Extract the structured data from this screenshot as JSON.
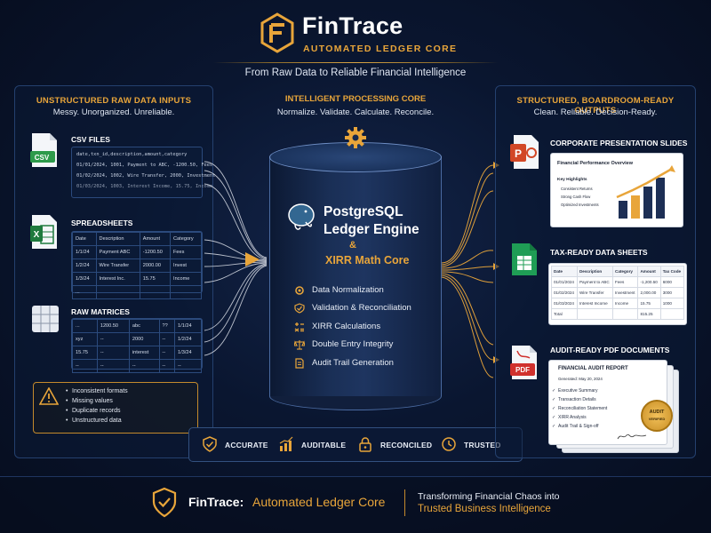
{
  "header": {
    "brand": "FinTrace",
    "subbrand": "AUTOMATED LEDGER CORE",
    "tagline": "From Raw Data to Reliable Financial Intelligence"
  },
  "left": {
    "title": "UNSTRUCTURED RAW DATA INPUTS",
    "subtitle": "Messy. Unorganized. Unreliable.",
    "csv": {
      "icon_label": "CSV",
      "label": "CSV FILES",
      "lines": [
        "date,txn_id,description,amount,category",
        "01/01/2024, 1001, Payment to ABC, -1200.50, Fees",
        "01/02/2024, 1002, Wire Transfer, 2000, Investment",
        "01/03/2024, 1003, Interest Income, 15.75, Income"
      ]
    },
    "spreadsheets": {
      "label": "SPREADSHEETS",
      "rows": [
        [
          "Date",
          "Description",
          "Amount",
          "Category"
        ],
        [
          "1/1/24",
          "Payment ABC",
          "-1200.50",
          "Fees"
        ],
        [
          "1/2/24",
          "Wire Transfer",
          "2000.00",
          "Invest"
        ],
        [
          "1/3/24",
          "Interest Inc.",
          "15.75",
          "Income"
        ],
        [
          "...",
          "",
          "",
          ""
        ]
      ]
    },
    "matrices": {
      "label": "RAW MATRICES",
      "rows": [
        [
          "...",
          "1200.50",
          "abc",
          "??",
          "1/1/24"
        ],
        [
          "xyz",
          "--",
          "2000",
          "--",
          "1/2/24"
        ],
        [
          "15.75",
          "--",
          "interest",
          "--",
          "1/3/24"
        ],
        [
          "--",
          "--",
          "--",
          "--",
          "--"
        ]
      ]
    },
    "warnings": [
      "Inconsistent formats",
      "Missing values",
      "Duplicate records",
      "Unstructured data"
    ]
  },
  "center": {
    "title": "INTELLIGENT PROCESSING CORE",
    "subtitle": "Normalize. Validate. Calculate. Reconcile.",
    "engine_line1": "PostgreSQL",
    "engine_line2": "Ledger Engine",
    "amp": "&",
    "xirr_core": "XIRR Math Core",
    "features": [
      {
        "label": "Data Normalization",
        "icon": "settings-icon"
      },
      {
        "label": "Validation & Reconciliation",
        "icon": "shield-check-icon"
      },
      {
        "label": "XIRR Calculations",
        "icon": "calculator-icon"
      },
      {
        "label": "Double Entry Integrity",
        "icon": "scale-icon"
      },
      {
        "label": "Audit Trail Generation",
        "icon": "document-icon"
      }
    ]
  },
  "badges": [
    {
      "label": "ACCURATE",
      "icon": "shield-check-icon"
    },
    {
      "label": "AUDITABLE",
      "icon": "bar-chart-icon"
    },
    {
      "label": "RECONCILED",
      "icon": "lock-icon"
    },
    {
      "label": "TRUSTED",
      "icon": "clock-icon"
    }
  ],
  "right": {
    "title": "STRUCTURED, BOARDROOM-READY OUTPUTS",
    "subtitle": "Clean. Reliable. Decision-Ready.",
    "slides": {
      "label": "CORPORATE PRESENTATION SLIDES",
      "card_title": "Financial Performance Overview",
      "highlights_title": "Key Highlights",
      "highlights": [
        "Consistent Returns",
        "Strong Cash Flow",
        "Optimized Investments"
      ]
    },
    "sheets": {
      "label": "TAX-READY DATA SHEETS",
      "rows": [
        [
          "Date",
          "Description",
          "Category",
          "Amount",
          "Tax Code"
        ],
        [
          "01/01/2024",
          "Payment to ABC",
          "Fees",
          "-1,200.50",
          "6000"
        ],
        [
          "01/02/2024",
          "Wire Transfer",
          "Investment",
          "2,000.00",
          "3000"
        ],
        [
          "01/03/2024",
          "Interest Income",
          "Income",
          "15.75",
          "1000"
        ],
        [
          "Total",
          "",
          "",
          "815.25",
          ""
        ]
      ]
    },
    "pdf": {
      "icon_label": "PDF",
      "label": "AUDIT-READY PDF DOCUMENTS",
      "card_title": "FINANCIAL AUDIT REPORT",
      "generated": "Generated: May 20, 2024",
      "items": [
        "Executive Summary",
        "Transaction Details",
        "Reconciliation Statement",
        "XIRR Analysis",
        "Audit Trail & Sign-off"
      ],
      "seal_line1": "AUDIT",
      "seal_line2": "VERIFIED"
    }
  },
  "footer": {
    "name": "FinTrace:",
    "name2": "Automated Ledger Core",
    "line1": "Transforming Financial Chaos into",
    "line2": "Trusted Business Intelligence"
  },
  "colors": {
    "background": "#081226",
    "accent_gold": "#e8a53a",
    "panel_border": "#24406e"
  }
}
